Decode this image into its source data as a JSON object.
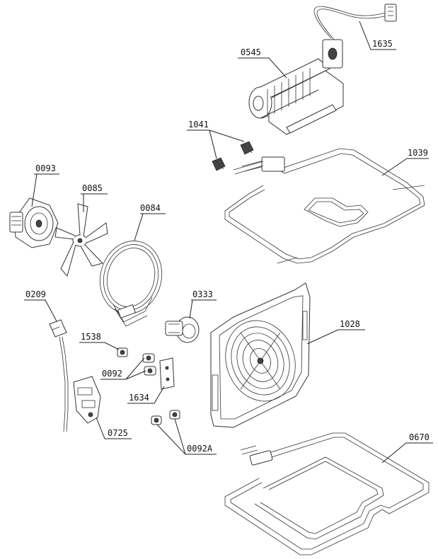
{
  "labels": {
    "p1635": "1635",
    "p0545": "0545",
    "p1041": "1041",
    "p1039": "1039",
    "p0093": "0093",
    "p0085": "0085",
    "p0084": "0084",
    "p0333": "0333",
    "p0209": "0209",
    "p1538": "1538",
    "p0092": "0092",
    "p1634": "1634",
    "p0725": "0725",
    "p0092a": "0092A",
    "p1028": "1028",
    "p0670": "0670"
  }
}
